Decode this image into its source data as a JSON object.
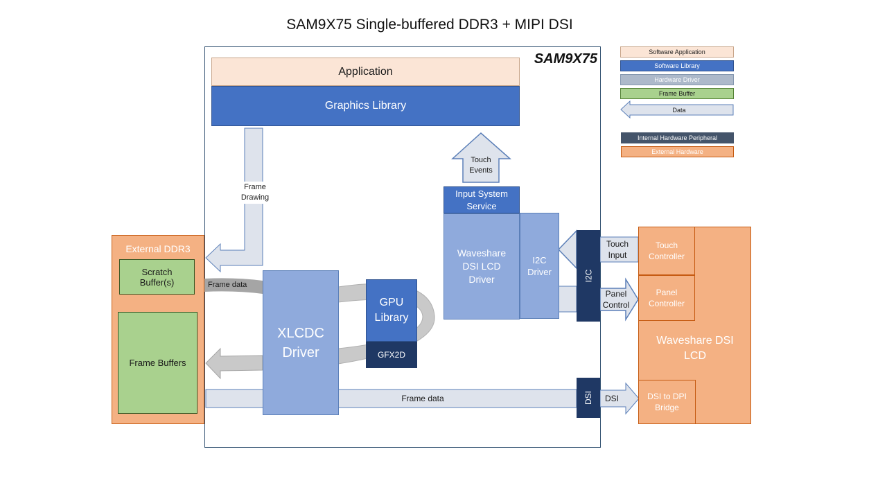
{
  "title": "SAM9X75 Single-buffered DDR3 + MIPI DSI",
  "chip_label": "SAM9X75",
  "blocks": {
    "application": "Application",
    "graphics_library": "Graphics Library",
    "input_system_service": "Input System Service",
    "waveshare_driver": "Waveshare DSI LCD Driver",
    "i2c_driver": "I2C Driver",
    "xlcdc_driver": "XLCDC Driver",
    "gpu_library": "GPU Library",
    "gfx2d": "GFX2D",
    "i2c_peripheral": "I2C",
    "dsi_peripheral": "DSI",
    "external_ddr3": "External DDR3",
    "scratch_buffer": "Scratch Buffer(s)",
    "frame_buffers": "Frame Buffers",
    "waveshare_lcd": "Waveshare DSI LCD",
    "touch_controller": "Touch Controller",
    "panel_controller": "Panel Controller",
    "dsi_to_dpi": "DSI to DPI Bridge"
  },
  "arrows": {
    "frame_drawing": "Frame Drawing",
    "touch_events": "Touch Events",
    "frame_data_top": "Frame data",
    "frame_data_bottom": "Frame data",
    "touch_input": "Touch Input",
    "panel_control": "Panel Control",
    "dsi": "DSI"
  },
  "legend": [
    {
      "label": "Software Application",
      "color": "#fbe5d6"
    },
    {
      "label": "Software Library",
      "color": "#4472c4"
    },
    {
      "label": "Hardware Driver",
      "color": "#adb9ca"
    },
    {
      "label": "Frame Buffer",
      "color": "#a9d18e"
    },
    {
      "label": "Data",
      "color": "#dee3ec"
    },
    {
      "label": "Internal Hardware Peripheral",
      "color": "#44546a"
    },
    {
      "label": "External Hardware",
      "color": "#f4b183"
    }
  ]
}
